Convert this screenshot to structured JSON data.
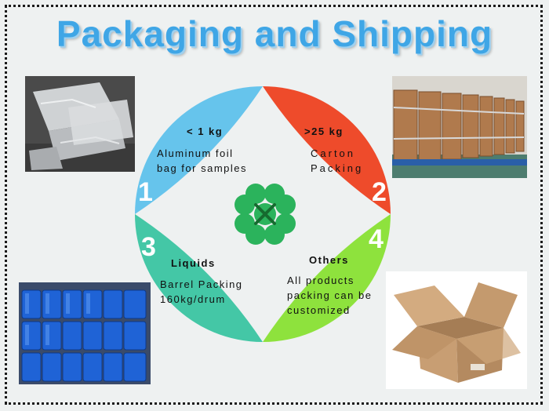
{
  "title": "Packaging and Shipping",
  "colors": {
    "title": "#3fa6e6",
    "petal_1": "#66c4ec",
    "petal_2": "#ee4b2b",
    "petal_3": "#44c7a6",
    "petal_4": "#8ee23d",
    "clover": "#2bb35c",
    "clover_x": "#166b2f"
  },
  "options": [
    {
      "number": "1",
      "heading": "< 1 kg",
      "line1": "Aluminum foil",
      "line2": "bag for samples"
    },
    {
      "number": "2",
      "heading": ">25 kg",
      "line1": "Carton",
      "line2": "Packing"
    },
    {
      "number": "3",
      "heading": "Liquids",
      "line1": "Barrel Packing",
      "line2": "160kg/drum"
    },
    {
      "number": "4",
      "heading": "Others",
      "line1": "All products",
      "line2": "packing can be",
      "line3": "customized"
    }
  ],
  "icons": {
    "center": "four-leaf-clover-icon",
    "photo_1": "foil-bags-photo",
    "photo_2": "carton-drums-photo",
    "photo_3": "plastic-barrels-photo",
    "photo_4": "open-carton-box-photo"
  }
}
